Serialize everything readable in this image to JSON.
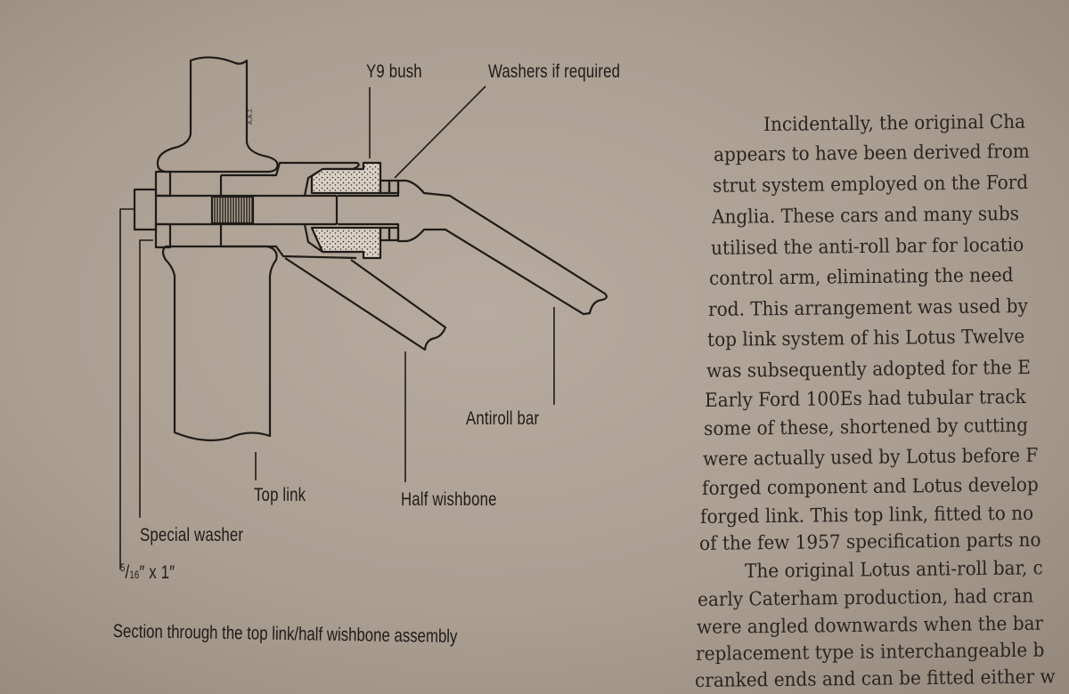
{
  "diagram": {
    "labels": {
      "y9_bush": "Y9 bush",
      "washers": "Washers if required",
      "antiroll_bar": "Antiroll bar",
      "top_link": "Top link",
      "half_wishbone": "Half wishbone",
      "special_washer": "Special washer",
      "bolt_size_num": "5",
      "bolt_size_den": "16",
      "bolt_size_rest": "″ x 1″"
    },
    "signature": "A.A.J.",
    "caption": "Section through the top link/half wishbone assembly"
  },
  "body_text": {
    "lines": [
      "Incidentally, the original Cha",
      "appears to have been derived from",
      "strut system employed on the Ford",
      "Anglia. These cars and many subs",
      "utilised the anti-roll bar for locatio",
      "control arm, eliminating the need",
      "rod. This arrangement was used by",
      "top link system of his Lotus Twelve",
      "was subsequently adopted for the E",
      "Early Ford 100Es had tubular track",
      "some of these, shortened by cutting",
      "were actually used by Lotus before F",
      "forged component and Lotus develop",
      "forged link. This top link, fitted to no",
      "of the few 1957 specification parts no",
      "The original Lotus anti-roll bar, c",
      "early Caterham production, had cran",
      "were angled downwards when the bar",
      "replacement type is interchangeable b",
      "cranked ends and can be fitted either w"
    ]
  },
  "colors": {
    "ink": "#1f1b18",
    "paper": "#b0a597",
    "bush_fill": "#d8cfc4"
  }
}
